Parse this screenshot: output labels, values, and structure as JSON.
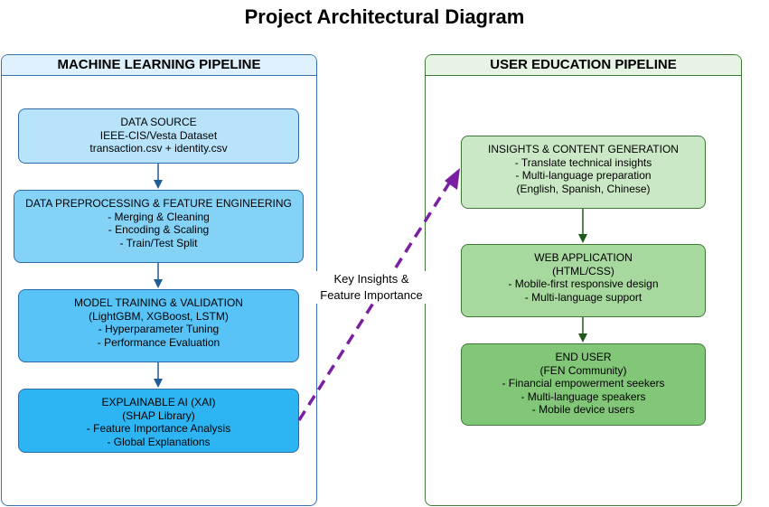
{
  "title": "Project Architectural Diagram",
  "ml_pipeline": {
    "header": "MACHINE LEARNING PIPELINE",
    "nodes": [
      {
        "lines": [
          "DATA SOURCE",
          "IEEE-CIS/Vesta Dataset",
          "transaction.csv + identity.csv"
        ]
      },
      {
        "lines": [
          "DATA PREPROCESSING & FEATURE ENGINEERING",
          "- Merging & Cleaning",
          "- Encoding & Scaling",
          "- Train/Test Split"
        ]
      },
      {
        "lines": [
          "MODEL TRAINING & VALIDATION",
          "(LightGBM, XGBoost, LSTM)",
          "- Hyperparameter Tuning",
          "- Performance Evaluation"
        ]
      },
      {
        "lines": [
          "EXPLAINABLE AI (XAI)",
          "(SHAP Library)",
          "- Feature Importance Analysis",
          "- Global Explanations"
        ]
      }
    ]
  },
  "ue_pipeline": {
    "header": "USER EDUCATION PIPELINE",
    "nodes": [
      {
        "lines": [
          "INSIGHTS & CONTENT GENERATION",
          "- Translate technical insights",
          "- Multi-language preparation",
          "(English, Spanish, Chinese)"
        ]
      },
      {
        "lines": [
          "WEB APPLICATION",
          "(HTML/CSS)",
          "- Mobile-first responsive design",
          "- Multi-language support"
        ]
      },
      {
        "lines": [
          "END USER",
          "(FEN Community)",
          "- Financial empowerment seekers",
          "- Multi-language speakers",
          "- Mobile device users"
        ]
      }
    ]
  },
  "connector": {
    "label_line1": "Key Insights &",
    "label_line2": "Feature Importance",
    "color": "#7b1fa2"
  }
}
